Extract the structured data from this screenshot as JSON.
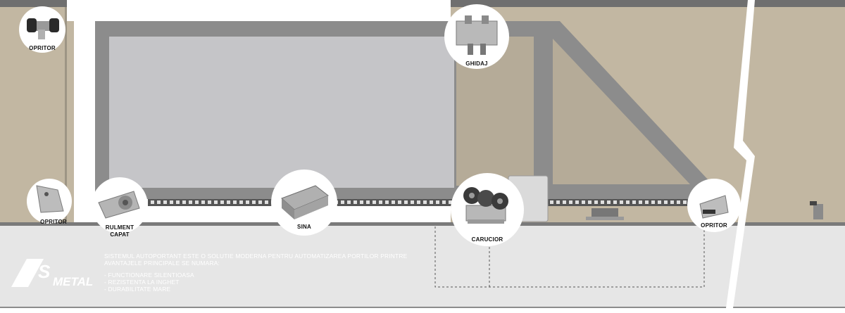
{
  "colors": {
    "wall": "#c2b7a2",
    "ground": "#e6e6e6",
    "frame": "#8c8c8c",
    "panel": "#c5c5c8",
    "rack": "#555555",
    "text_white": "#ffffff"
  },
  "labels": {
    "opritor_top": "OPRITOR",
    "ghidaj": "GHIDAJ",
    "opritor_left": "OPRITOR",
    "rulment_capat": "RULMENT\nCAPAT",
    "sina": "SINA",
    "carucior": "CARUCIOR",
    "opritor_right": "OPRITOR"
  },
  "logo": {
    "text": "METAL",
    "letter": "S"
  },
  "description": {
    "intro": "SISTEMUL AUTOPORTANT ESTE O SOLUTIE MODERNA PENTRU AUTOMATIZAREA PORTILOR PRINTRE AVANTAJELE PRINCIPALE SE NUMARA:",
    "advantages": [
      "- FUNCTIONARE SILENTIOASA",
      "- REZISTENTA LA INGHET",
      "- DURABILITATE MARE"
    ]
  }
}
